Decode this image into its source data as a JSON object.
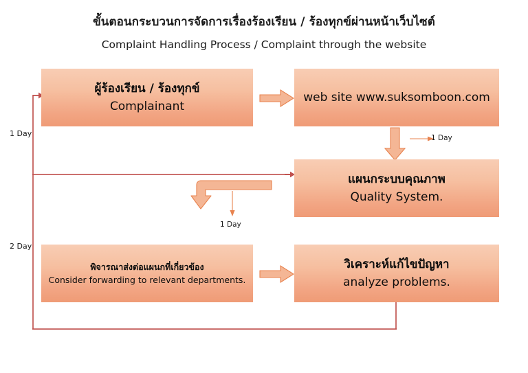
{
  "title": {
    "thai": "ขั้นตอนกระบวนการจัดการเรื่องร้องเรียน / ร้องทุกข์ผ่านหน้าเว็บไซต์",
    "english": "Complaint Handling Process / Complaint through the website"
  },
  "colors": {
    "box_fill_top": "#f8cdb4",
    "box_fill_bottom": "#ef9b76",
    "arrow_fill": "#f4b695",
    "arrow_stroke": "#e8834f",
    "connector_red": "#c0504d",
    "text": "#111111",
    "background": "#ffffff"
  },
  "boxes": [
    {
      "id": "complainant",
      "thai": "ผู้ร้องเรียน / ร้องทุกข์",
      "english": "Complainant"
    },
    {
      "id": "website",
      "thai": "",
      "english": "web site www.suksomboon.com"
    },
    {
      "id": "quality-system",
      "thai": "แผนกระบบคุณภาพ",
      "english": "Quality System."
    },
    {
      "id": "forward-departments",
      "thai": "พิจารณาส่งต่อแผนกที่เกี่ยวข้อง",
      "english": "Consider forwarding to relevant departments."
    },
    {
      "id": "analyze-problems",
      "thai": "วิเคราะห์แก้ไขปัญหา",
      "english": "analyze problems."
    }
  ],
  "duration_labels": {
    "left_upper": "1 Day",
    "left_lower": "2 Day",
    "website_to_quality": "1 Day",
    "quality_to_forward": "1 Day"
  }
}
